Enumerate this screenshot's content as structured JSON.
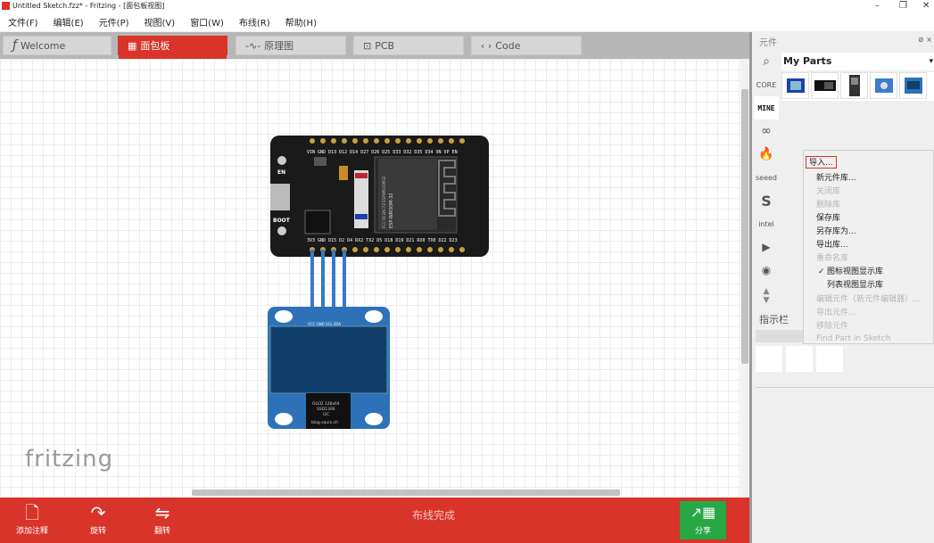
{
  "window": {
    "title": "Untitled Sketch.fzz* - Fritzing - [面包板视图]",
    "minimize": "–",
    "restore": "❐",
    "close": "✕"
  },
  "menu": [
    "文件(F)",
    "编辑(E)",
    "元件(P)",
    "视图(V)",
    "窗口(W)",
    "布线(R)",
    "帮助(H)"
  ],
  "tabs": [
    {
      "label": "Welcome",
      "icon": "fritzing-f-icon",
      "glyph": "ƒ"
    },
    {
      "label": "面包板",
      "icon": "breadboard-icon",
      "glyph": "▦",
      "active": true
    },
    {
      "label": "原理图",
      "icon": "schematic-icon",
      "glyph": "-∿-"
    },
    {
      "label": "PCB",
      "icon": "pcb-icon",
      "glyph": "⊡"
    },
    {
      "label": "Code",
      "icon": "code-icon",
      "glyph": "‹ ›"
    }
  ],
  "canvas": {
    "watermark": "fritzing",
    "esp32": {
      "top_pins": "VIN GND D13 D12 D14 D27 D26 D25 D33 D32 D35 D34 VN VP EN",
      "bottom_pins": "3V3 GND D15 D2 D4 RX2 TX2 D5 D18 D19 D21 RX0 TX0 D22 D23",
      "en_label": "EN",
      "boot_label": "BOOT",
      "module_text": [
        "ESP-WROOM-32",
        "FCC ID:2AC7Z-ESPWROOM32"
      ]
    },
    "oled": {
      "pins": "VCC GND SCL SDA",
      "chip_text": [
        "OLED 128x64",
        "SSD1306",
        "I2C",
        "blog.squix.ch"
      ]
    }
  },
  "toolbar": {
    "add_note": "添加注释",
    "rotate": "旋转",
    "flip": "翻转",
    "status": "布线完成",
    "share": "分享"
  },
  "parts_panel": {
    "title": "元件",
    "pin": "⊘ ×",
    "bin_header": "My Parts",
    "bins": [
      "search",
      "CORE",
      "MINE",
      "arduino",
      "sparkfun",
      "seeed",
      "S",
      "intel",
      "play",
      "snootlab"
    ],
    "core_label": "CORE",
    "mine_label": "MINE",
    "seeed_label": "seeed",
    "s_label": "S",
    "intel_label": "intel",
    "inspector_title": "指示栏"
  },
  "context_menu": {
    "items": [
      {
        "label": "导入...",
        "enabled": true,
        "highlighted": true
      },
      {
        "label": "新元件库...",
        "enabled": true
      },
      {
        "label": "关闭库",
        "enabled": false
      },
      {
        "label": "删除库",
        "enabled": false
      },
      {
        "label": "保存库",
        "enabled": true
      },
      {
        "label": "另存库为...",
        "enabled": true
      },
      {
        "label": "导出库...",
        "enabled": true
      },
      {
        "label": "重命名库",
        "enabled": false
      },
      {
        "label": "图标视图显示库",
        "enabled": true,
        "checked": true
      },
      {
        "label": "列表视图显示库",
        "enabled": true
      },
      {
        "label": "编辑元件（新元件编辑器）...",
        "enabled": false
      },
      {
        "label": "导出元件...",
        "enabled": false
      },
      {
        "label": "移除元件",
        "enabled": false
      },
      {
        "label": "Find Part in Sketch",
        "enabled": false
      }
    ]
  },
  "colors": {
    "accent": "#d8342a",
    "share": "#27a844",
    "wire": "#3a78c8",
    "board": "#1a1a1a",
    "oled_blue": "#2d72b8"
  }
}
